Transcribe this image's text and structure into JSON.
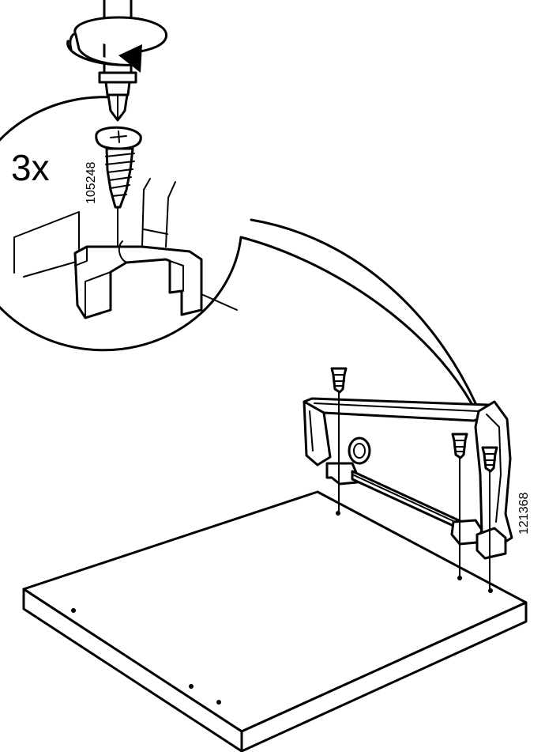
{
  "quantity_label": "3x",
  "part_number_screw": "105248",
  "part_number_bracket": "121368",
  "icons": {
    "screwdriver": "screwdriver-rotate-icon",
    "screw": "screw-icon"
  }
}
